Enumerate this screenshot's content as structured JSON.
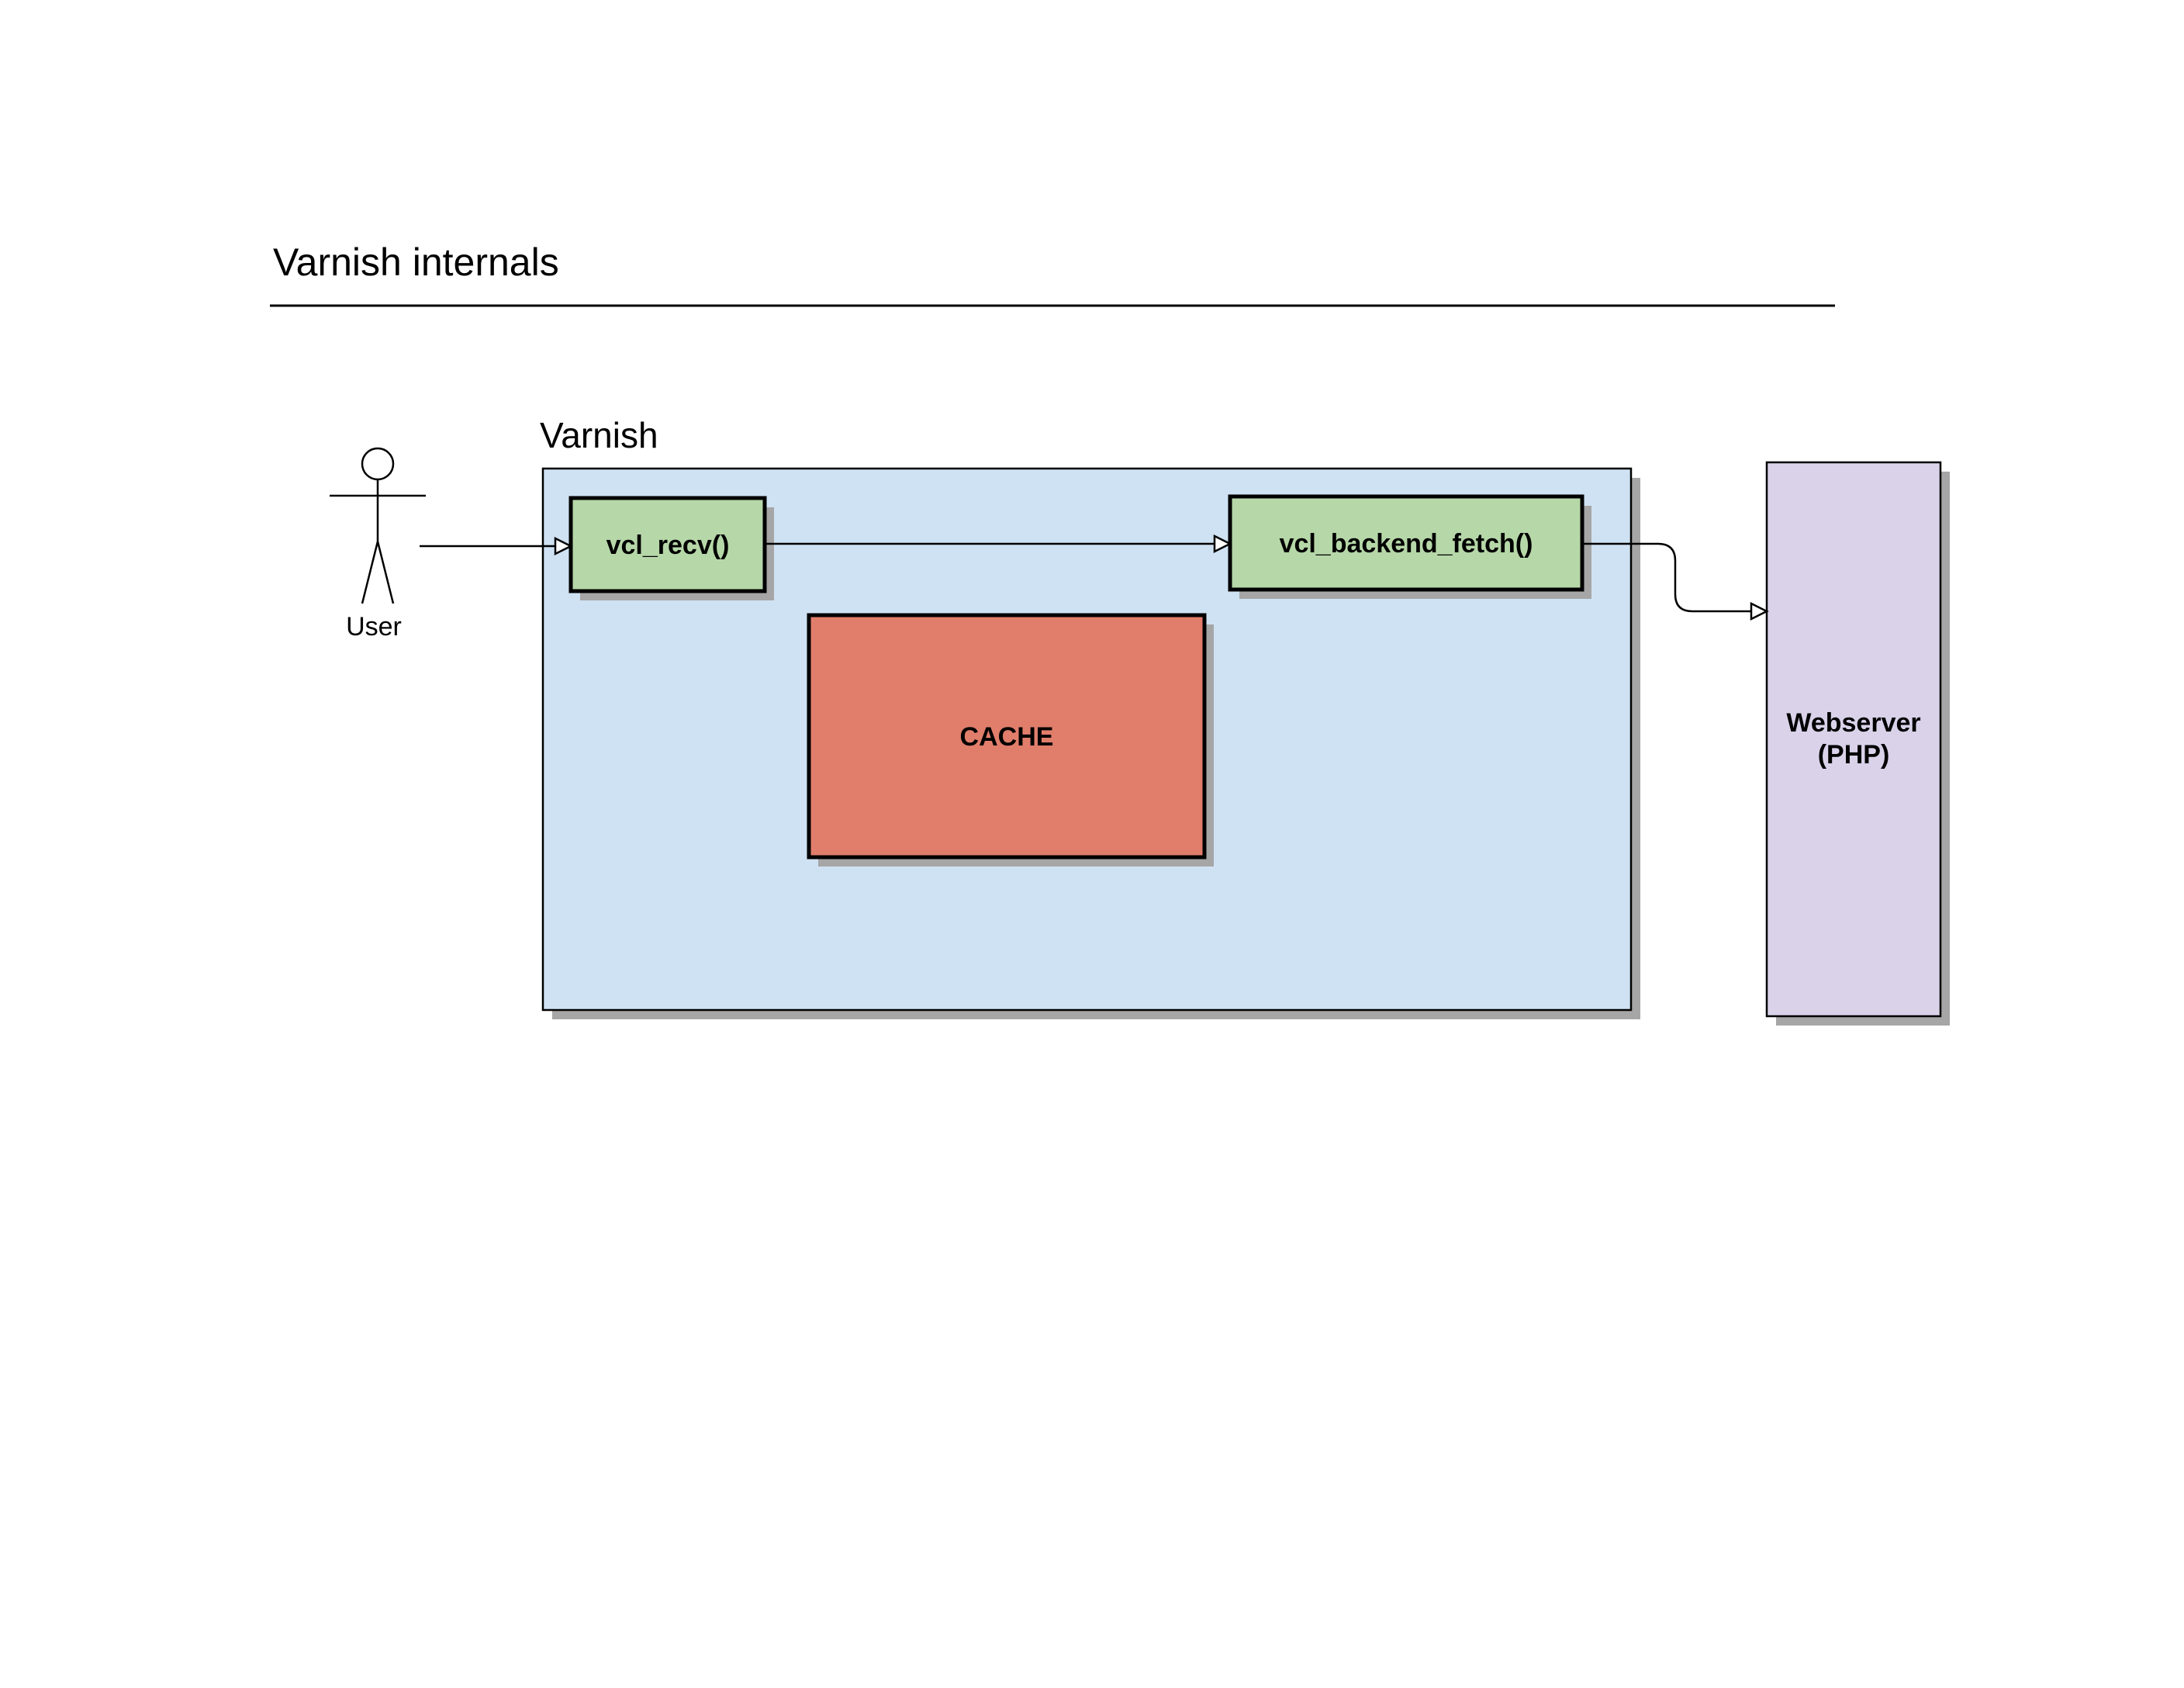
{
  "diagram": {
    "title": "Varnish internals",
    "actor": {
      "label": "User"
    },
    "group": {
      "label": "Varnish"
    },
    "nodes": {
      "vcl_recv": "vcl_recv()",
      "vcl_backend_fetch": "vcl_backend_fetch()",
      "cache": "CACHE",
      "webserver_line1": "Webserver",
      "webserver_line2": "(PHP)"
    }
  },
  "colors": {
    "varnish_fill": "#cfe2f3",
    "function_fill": "#b6d7a8",
    "cache_fill": "#e07e6b",
    "webserver_fill": "#d9d2e9",
    "shadow": "#a6a6a6"
  }
}
